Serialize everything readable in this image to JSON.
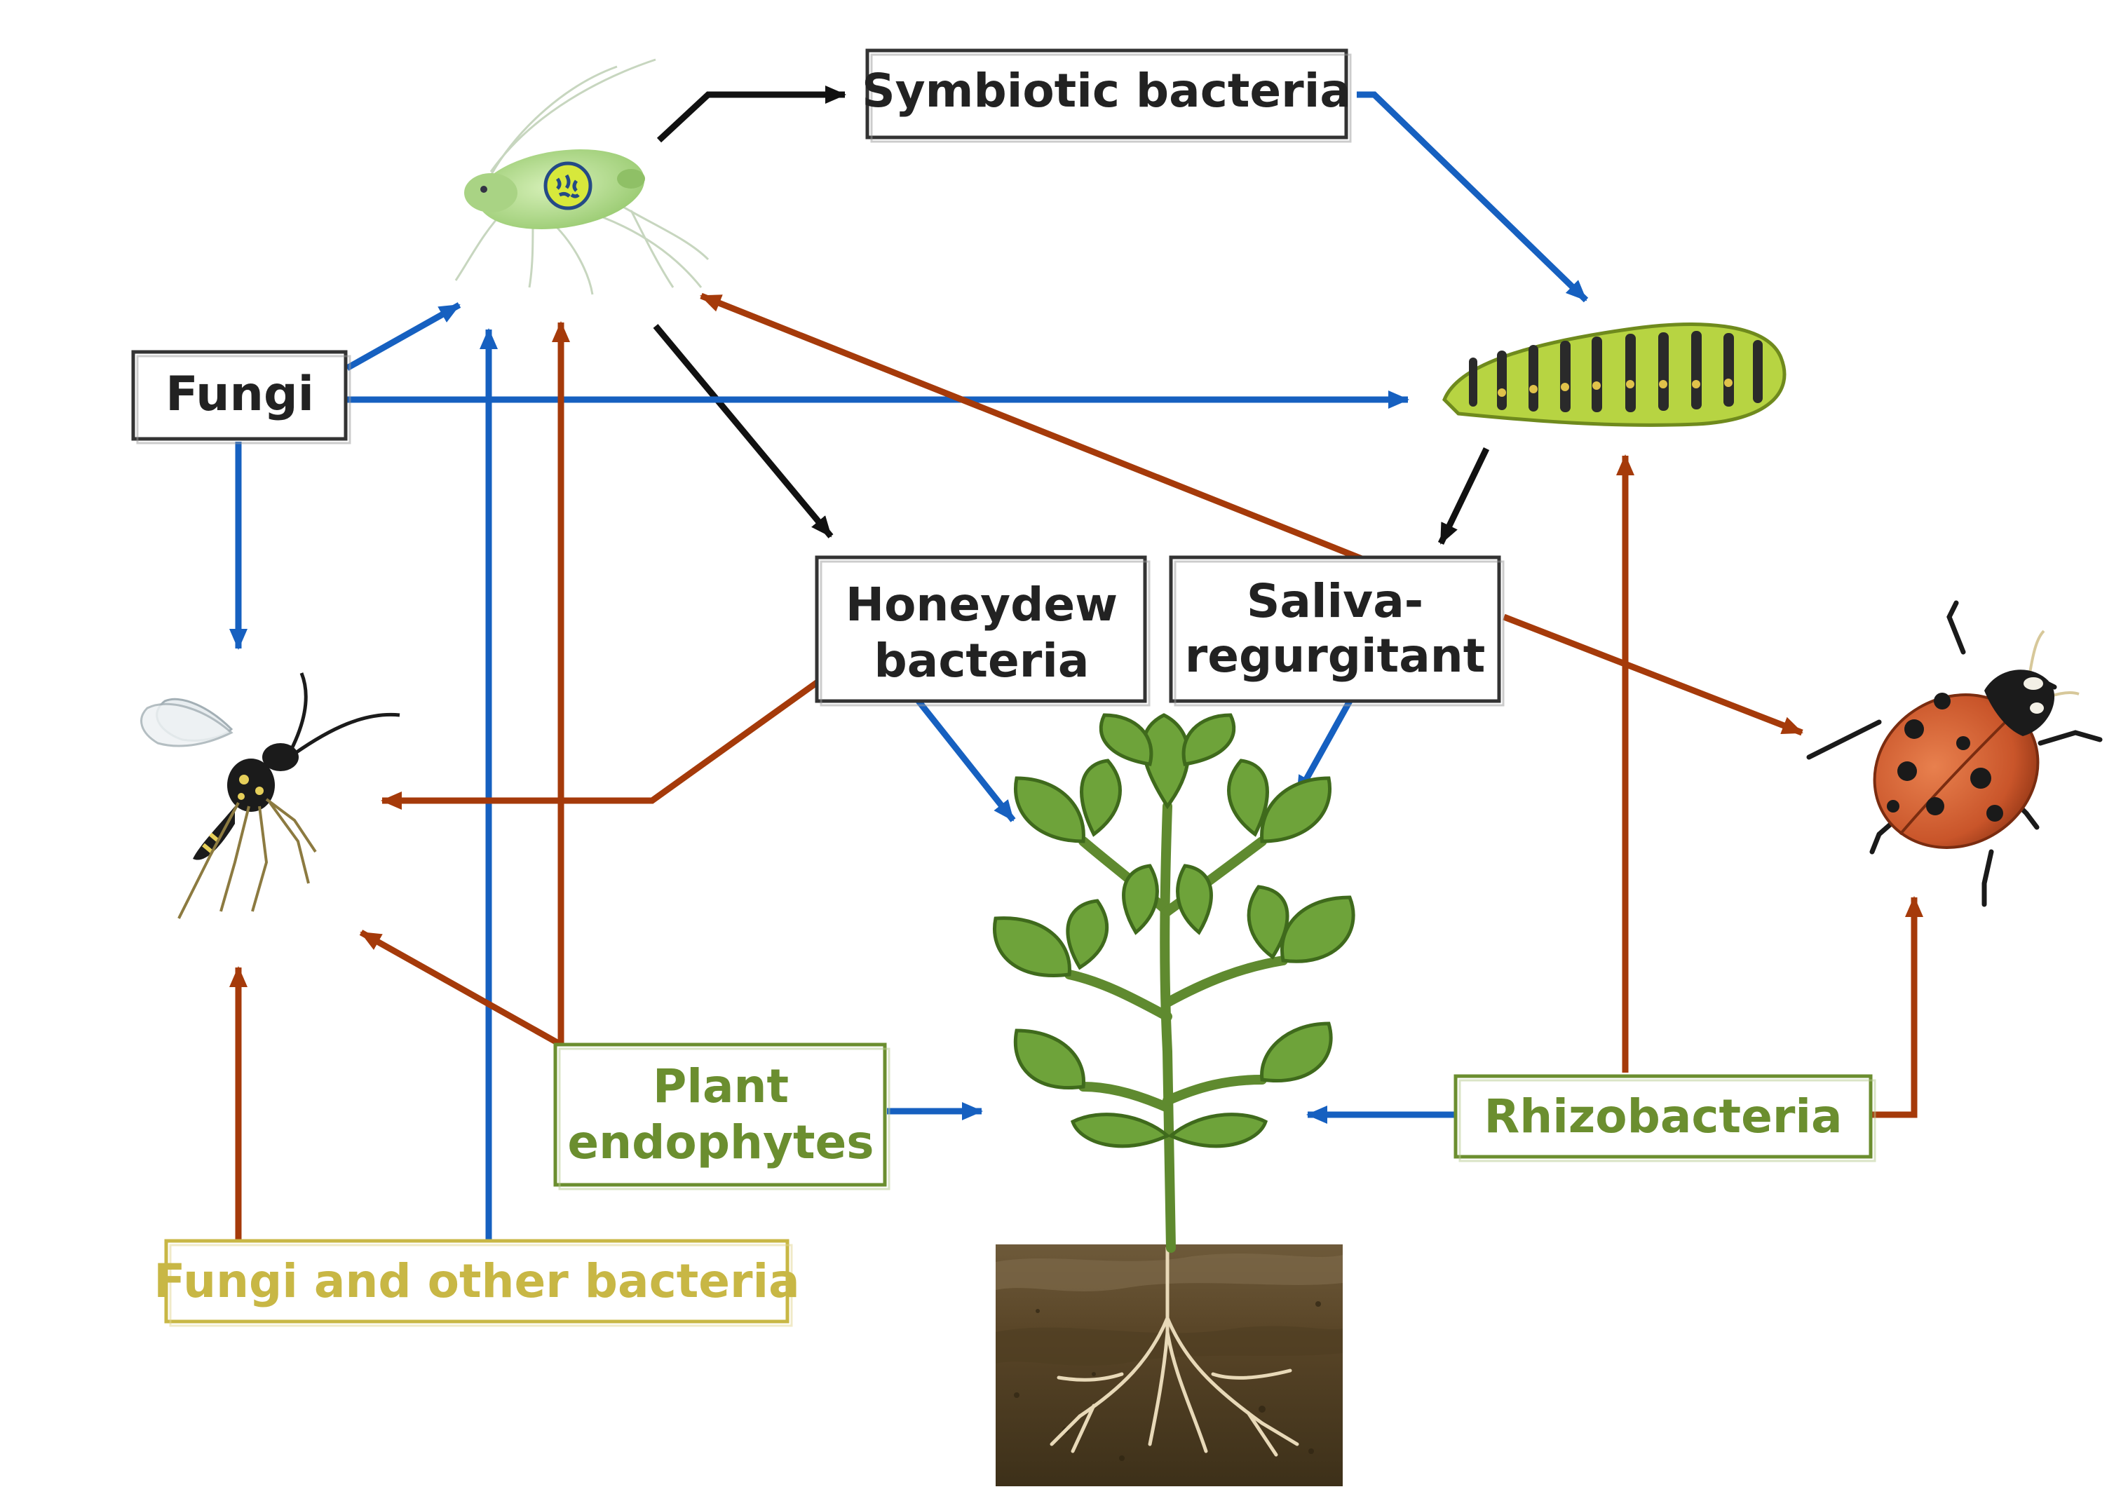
{
  "diagram": {
    "colors": {
      "black": "#111111",
      "blue": "#1660c0",
      "orange": "#a53a0a",
      "green_text": "#6b8e2f",
      "yellow_text": "#c8b745",
      "dark_text": "#222222"
    },
    "nodes": {
      "symbiotic_bacteria": {
        "lines": [
          "Symbiotic bacteria"
        ]
      },
      "fungi": {
        "lines": [
          "Fungi"
        ]
      },
      "honeydew_bacteria": {
        "lines": [
          "Honeydew",
          "bacteria"
        ]
      },
      "saliva_regurgitant": {
        "lines": [
          "Saliva-",
          "regurgitant"
        ]
      },
      "plant_endophytes": {
        "lines": [
          "Plant",
          "endophytes"
        ]
      },
      "rhizobacteria": {
        "lines": [
          "Rhizobacteria"
        ]
      },
      "fungi_other_bacteria": {
        "lines": [
          "Fungi and other bacteria"
        ]
      }
    },
    "organisms": [
      "aphid-icon",
      "caterpillar-icon",
      "wasp-icon",
      "ladybug-icon",
      "plant-icon"
    ]
  }
}
